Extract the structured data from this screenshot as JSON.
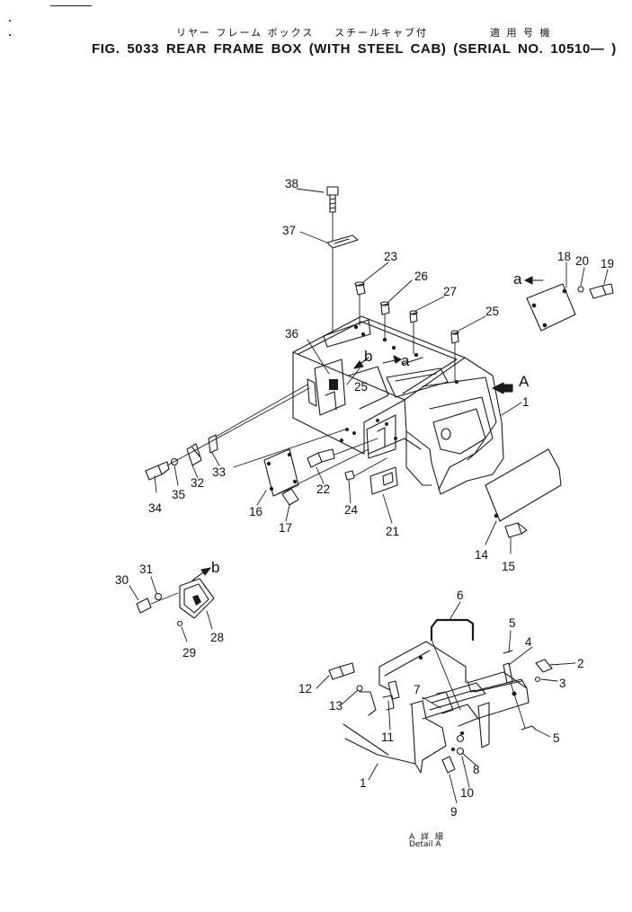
{
  "header": {
    "jp_name": "リヤー フレーム ボックス",
    "jp_cab": "スチールキャブ付",
    "jp_applicable": "適 用 号 機",
    "title": "FIG. 5033  REAR FRAME BOX (WITH STEEL CAB) (SERIAL NO. 10510— )"
  },
  "callouts": [
    {
      "id": "38",
      "text": "38"
    },
    {
      "id": "37",
      "text": "37"
    },
    {
      "id": "23",
      "text": "23"
    },
    {
      "id": "26",
      "text": "26"
    },
    {
      "id": "27",
      "text": "27"
    },
    {
      "id": "25a",
      "text": "25"
    },
    {
      "id": "36",
      "text": "36"
    },
    {
      "id": "25b",
      "text": "25"
    },
    {
      "id": "18",
      "text": "18"
    },
    {
      "id": "20",
      "text": "20"
    },
    {
      "id": "19",
      "text": "19"
    },
    {
      "id": "1a",
      "text": "1"
    },
    {
      "id": "33",
      "text": "33"
    },
    {
      "id": "32",
      "text": "32"
    },
    {
      "id": "35",
      "text": "35"
    },
    {
      "id": "34",
      "text": "34"
    },
    {
      "id": "22",
      "text": "22"
    },
    {
      "id": "24",
      "text": "24"
    },
    {
      "id": "16",
      "text": "16"
    },
    {
      "id": "17",
      "text": "17"
    },
    {
      "id": "21",
      "text": "21"
    },
    {
      "id": "14",
      "text": "14"
    },
    {
      "id": "15",
      "text": "15"
    },
    {
      "id": "30",
      "text": "30"
    },
    {
      "id": "31",
      "text": "31"
    },
    {
      "id": "28",
      "text": "28"
    },
    {
      "id": "29",
      "text": "29"
    },
    {
      "id": "6",
      "text": "6"
    },
    {
      "id": "5a",
      "text": "5"
    },
    {
      "id": "4",
      "text": "4"
    },
    {
      "id": "2",
      "text": "2"
    },
    {
      "id": "3",
      "text": "3"
    },
    {
      "id": "12",
      "text": "12"
    },
    {
      "id": "13",
      "text": "13"
    },
    {
      "id": "7",
      "text": "7"
    },
    {
      "id": "11",
      "text": "11"
    },
    {
      "id": "5b",
      "text": "5"
    },
    {
      "id": "8",
      "text": "8"
    },
    {
      "id": "1b",
      "text": "1"
    },
    {
      "id": "10",
      "text": "10"
    },
    {
      "id": "9",
      "text": "9"
    }
  ],
  "view_marks": {
    "a_cover": "a",
    "a_box": "a",
    "b_box": "b",
    "b_plate": "b",
    "view_A": "A"
  },
  "detail": {
    "jp": "A 詳 細",
    "en": "Detail A"
  }
}
